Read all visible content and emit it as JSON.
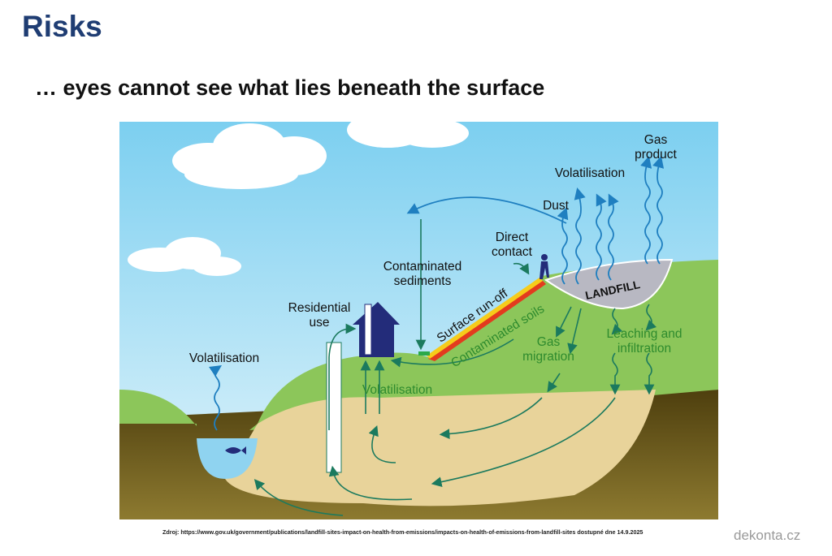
{
  "slide": {
    "title": "Risks",
    "subtitle": "… eyes cannot see what lies beneath the surface",
    "source": "Zdroj: https://www.gov.uk/government/publications/landfill-sites-impact-on-health-from-emissions/impacts-on-health-of-emissions-from-landfill-sites dostupné dne 14.9.2025",
    "brand": "dekonta.cz"
  },
  "figure": {
    "labels": {
      "gas_product_1": "Gas",
      "gas_product_2": "product",
      "volatilisation_top": "Volatilisation",
      "dust": "Dust",
      "direct_contact_1": "Direct",
      "direct_contact_2": "contact",
      "contaminated_sediments_1": "Contaminated",
      "contaminated_sediments_2": "sediments",
      "residential_use_1": "Residential",
      "residential_use_2": "use",
      "volatilisation_left": "Volatilisation",
      "volatilisation_ground": "Volatilisation",
      "surface_runoff": "Surface run-off",
      "contaminated_soils": "Contaminated soils",
      "gas_migration_1": "Gas",
      "gas_migration_2": "migration",
      "leaching_1": "Leaching and",
      "leaching_2": "infiltration",
      "landfill": "LANDFILL"
    },
    "colors": {
      "sky_top": "#7ccff0",
      "sky_bottom": "#e4f5fb",
      "grass": "#8cc65a",
      "plume": "#e8d39a",
      "soil": "#6e5c1c",
      "air_arrow": "#1f7fc0",
      "ground_arrow": "#1b7a5e",
      "house": "#232c7a"
    }
  }
}
